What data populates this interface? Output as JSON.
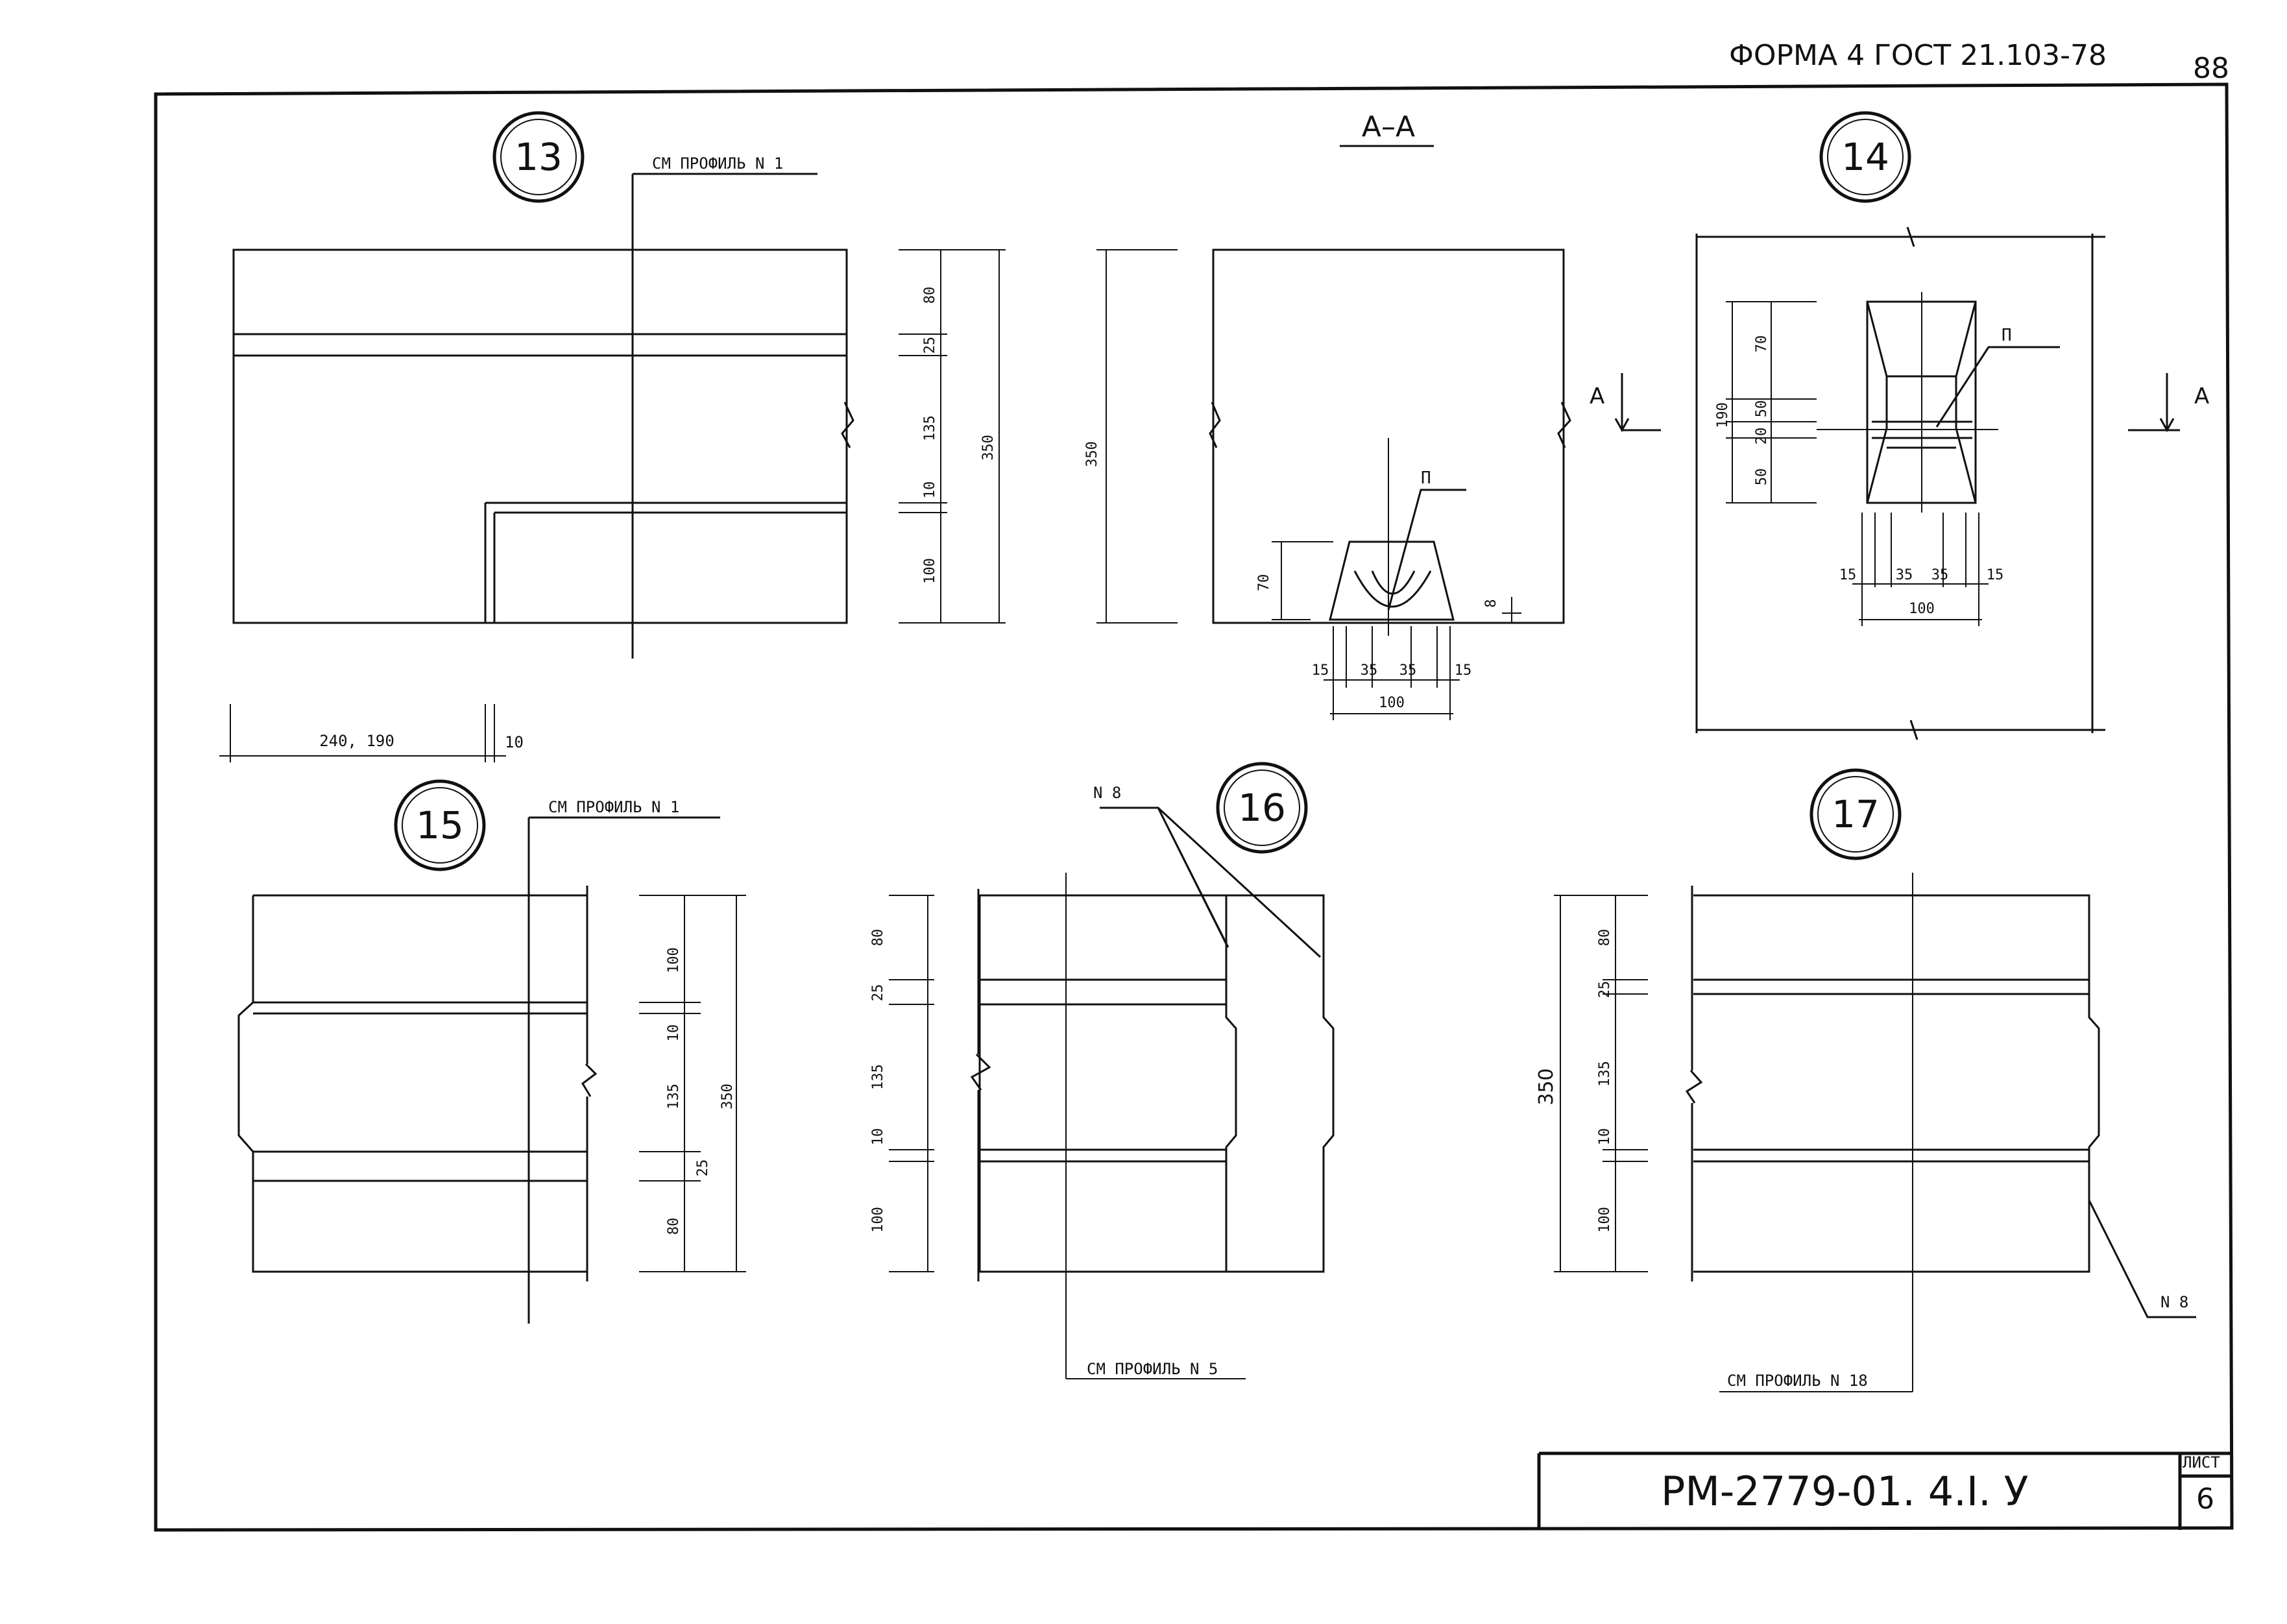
{
  "header": {
    "form_label": "ФОРМА 4  ГОСТ 21.103-78",
    "page_number": "88"
  },
  "title_block": {
    "doc_code": "РМ-2779-01. 4.I. У",
    "sheet_label": "ЛИСТ",
    "sheet_number": "6"
  },
  "section_label": "А–А",
  "details": {
    "d13": {
      "number": "13",
      "ref": "СМ ПРОФИЛЬ N 1",
      "dims_v": [
        "80",
        "25",
        "135",
        "10",
        "100"
      ],
      "dim_total": "350",
      "dim_width": "240, 190",
      "dim_gap": "10"
    },
    "section": {
      "height": "350",
      "marker": "П",
      "h70": "70",
      "h8": "8",
      "bottom": [
        "15",
        "35",
        "35",
        "15"
      ],
      "total": "100"
    },
    "d14": {
      "number": "14",
      "marker": "П",
      "dims_v": [
        "70",
        "50",
        "20",
        "50"
      ],
      "dim_total": "190",
      "bottom": [
        "15",
        "35",
        "35",
        "15"
      ],
      "total": "100",
      "cut": "А"
    },
    "d15": {
      "number": "15",
      "ref": "СМ ПРОФИЛЬ N 1",
      "dims_v": [
        "100",
        "10",
        "135",
        "25",
        "80"
      ],
      "dim_total": "350"
    },
    "d16": {
      "number": "16",
      "ref": "СМ ПРОФИЛЬ N 5",
      "leader": "N 8",
      "dims_v": [
        "80",
        "25",
        "135",
        "10",
        "100"
      ]
    },
    "d17": {
      "number": "17",
      "ref": "СМ ПРОФИЛЬ N 18",
      "leader": "N 8",
      "dims_v": [
        "80",
        "25",
        "135",
        "10",
        "100"
      ],
      "dim_total": "350"
    }
  }
}
